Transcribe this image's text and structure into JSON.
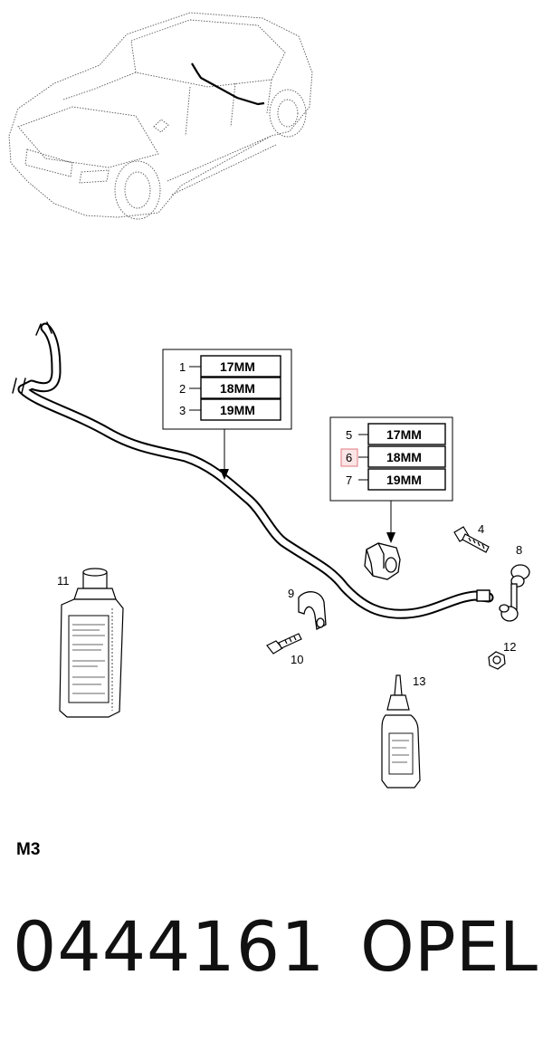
{
  "diagram": {
    "size_group_a": {
      "rows": [
        {
          "ref": "1",
          "size": "17MM"
        },
        {
          "ref": "2",
          "size": "18MM"
        },
        {
          "ref": "3",
          "size": "19MM"
        }
      ]
    },
    "size_group_b": {
      "rows": [
        {
          "ref": "5",
          "size": "17MM"
        },
        {
          "ref": "6",
          "size": "18MM"
        },
        {
          "ref": "7",
          "size": "19MM"
        }
      ],
      "highlighted_ref": "6",
      "highlight_color": "#e07a80"
    },
    "callouts": [
      "4",
      "8",
      "9",
      "10",
      "11",
      "12",
      "13"
    ]
  },
  "footer": {
    "section_code": "M3",
    "part_number": "0444161",
    "brand": "OPEL"
  }
}
